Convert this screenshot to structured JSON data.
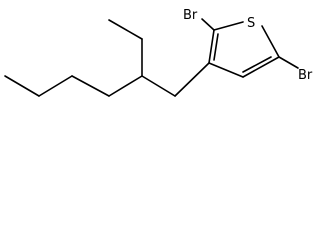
{
  "molecule": {
    "atoms": {
      "br_left": "Br",
      "sulfur": "S",
      "br_right": "Br"
    }
  }
}
